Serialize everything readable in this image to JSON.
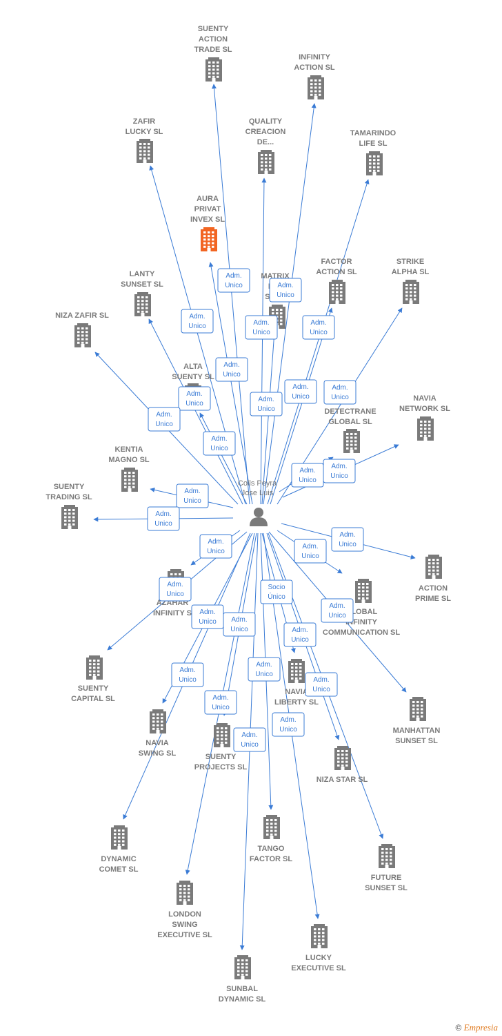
{
  "colors": {
    "edge": "#3a7bd5",
    "building": "#7a7a7a",
    "highlight": "#f26522",
    "label": "#7a7a7a"
  },
  "center": {
    "label": [
      "Colls Peyra",
      "Jose Luis"
    ],
    "icon": "person-icon"
  },
  "nodes": [
    {
      "id": "suenty-action-trade",
      "label": [
        "SUENTY",
        "ACTION",
        "TRADE SL"
      ],
      "icon": "building-icon"
    },
    {
      "id": "infinity-action",
      "label": [
        "INFINITY",
        "ACTION SL"
      ],
      "icon": "building-icon"
    },
    {
      "id": "zafir-lucky",
      "label": [
        "ZAFIR",
        "LUCKY SL"
      ],
      "icon": "building-icon"
    },
    {
      "id": "quality-creacion",
      "label": [
        "QUALITY",
        "CREACION",
        "DE..."
      ],
      "icon": "building-icon"
    },
    {
      "id": "tamarindo-life",
      "label": [
        "TAMARINDO",
        "LIFE SL"
      ],
      "icon": "building-icon"
    },
    {
      "id": "aura-privat-invex",
      "label": [
        "AURA",
        "PRIVAT",
        "INVEX  SL"
      ],
      "icon": "building-icon",
      "highlight": true
    },
    {
      "id": "lanty-sunset",
      "label": [
        "LANTY",
        "SUNSET SL"
      ],
      "icon": "building-icon"
    },
    {
      "id": "matrix-inmo",
      "label": [
        "MATRIX",
        "INM",
        "SERV"
      ],
      "icon": "building-icon"
    },
    {
      "id": "factor-action",
      "label": [
        "FACTOR",
        "ACTION SL"
      ],
      "icon": "building-icon"
    },
    {
      "id": "strike-alpha",
      "label": [
        "STRIKE",
        "ALPHA SL"
      ],
      "icon": "building-icon"
    },
    {
      "id": "niza-zafir",
      "label": [
        "NIZA ZAFIR SL"
      ],
      "icon": "building-icon"
    },
    {
      "id": "alta-suenty",
      "label": [
        "ALTA",
        "SUENTY SL"
      ],
      "icon": "building-icon"
    },
    {
      "id": "navia-network",
      "label": [
        "NAVIA",
        "NETWORK SL"
      ],
      "icon": "building-icon"
    },
    {
      "id": "detectrane-global",
      "label": [
        "DETECTRANE",
        "GLOBAL  SL"
      ],
      "icon": "building-icon"
    },
    {
      "id": "kentia-magno",
      "label": [
        "KENTIA",
        "MAGNO SL"
      ],
      "icon": "building-icon"
    },
    {
      "id": "suenty-trading",
      "label": [
        "SUENTY",
        "TRADING SL"
      ],
      "icon": "building-icon"
    },
    {
      "id": "action-prime",
      "label": [
        "ACTION",
        "PRIME SL"
      ],
      "icon": "building-icon"
    },
    {
      "id": "azahar-infinity",
      "label": [
        "AZAHAR",
        "INFINITY S"
      ],
      "icon": "building-icon"
    },
    {
      "id": "global-infinity-comm",
      "label": [
        "GLOBAL",
        "INFINITY",
        "COMMUNICATION SL"
      ],
      "icon": "building-icon"
    },
    {
      "id": "suenty-capital",
      "label": [
        "SUENTY",
        "CAPITAL SL"
      ],
      "icon": "building-icon"
    },
    {
      "id": "navia-liberty",
      "label": [
        "NAVIA",
        "LIBERTY SL"
      ],
      "icon": "building-icon"
    },
    {
      "id": "manhattan-sunset",
      "label": [
        "MANHATTAN",
        "SUNSET SL"
      ],
      "icon": "building-icon"
    },
    {
      "id": "navia-swing",
      "label": [
        "NAVIA",
        "SWING SL"
      ],
      "icon": "building-icon"
    },
    {
      "id": "suenty-projects",
      "label": [
        "SUENTY",
        "PROJECTS SL"
      ],
      "icon": "building-icon"
    },
    {
      "id": "niza-star",
      "label": [
        "NIZA STAR SL"
      ],
      "icon": "building-icon"
    },
    {
      "id": "dynamic-comet",
      "label": [
        "DYNAMIC",
        "COMET SL"
      ],
      "icon": "building-icon"
    },
    {
      "id": "tango-factor",
      "label": [
        "TANGO",
        "FACTOR SL"
      ],
      "icon": "building-icon"
    },
    {
      "id": "future-sunset",
      "label": [
        "FUTURE",
        "SUNSET SL"
      ],
      "icon": "building-icon"
    },
    {
      "id": "london-swing-executive",
      "label": [
        "LONDON",
        "SWING",
        "EXECUTIVE SL"
      ],
      "icon": "building-icon"
    },
    {
      "id": "lucky-executive",
      "label": [
        "LUCKY",
        "EXECUTIVE SL"
      ],
      "icon": "building-icon"
    },
    {
      "id": "sunbal-dynamic",
      "label": [
        "SUNBAL",
        "DYNAMIC SL"
      ],
      "icon": "building-icon"
    }
  ],
  "edges": [
    {
      "to": "suenty-action-trade",
      "badge": [
        "Adm.",
        "Unico"
      ]
    },
    {
      "to": "infinity-action",
      "badge": [
        "Adm.",
        "Unico"
      ]
    },
    {
      "to": "zafir-lucky",
      "badge": [
        "Adm.",
        "Unico"
      ]
    },
    {
      "to": "quality-creacion",
      "badge": [
        "Adm.",
        "Unico"
      ]
    },
    {
      "to": "tamarindo-life",
      "badge": [
        "Adm.",
        "Unico"
      ]
    },
    {
      "to": "aura-privat-invex",
      "badge": [
        "Adm.",
        "Unico"
      ]
    },
    {
      "to": "lanty-sunset",
      "badge": [
        "Adm.",
        "Unico"
      ]
    },
    {
      "to": "matrix-inmo",
      "badge": [
        "Adm.",
        "Unico"
      ]
    },
    {
      "to": "factor-action",
      "badge": [
        "Adm.",
        "Unico"
      ]
    },
    {
      "to": "strike-alpha",
      "badge": [
        "Adm.",
        "Unico"
      ]
    },
    {
      "to": "niza-zafir",
      "badge": [
        "Adm.",
        "Unico"
      ]
    },
    {
      "to": "alta-suenty",
      "badge": [
        "Adm.",
        "Unico"
      ]
    },
    {
      "to": "navia-network",
      "badge": [
        "Adm.",
        "Unico"
      ]
    },
    {
      "to": "detectrane-global",
      "badge": [
        "Adm.",
        "Unico"
      ]
    },
    {
      "to": "kentia-magno",
      "badge": [
        "Adm.",
        "Unico"
      ]
    },
    {
      "to": "suenty-trading",
      "badge": [
        "Adm.",
        "Unico"
      ]
    },
    {
      "to": "action-prime",
      "badge": [
        "Adm.",
        "Unico"
      ]
    },
    {
      "to": "azahar-infinity",
      "badge": [
        "Adm.",
        "Unico"
      ]
    },
    {
      "to": "global-infinity-comm",
      "badge": [
        "Adm.",
        "Unico"
      ]
    },
    {
      "to": "suenty-capital",
      "badge": [
        "Adm.",
        "Unico"
      ]
    },
    {
      "to": "navia-liberty",
      "badge": [
        "Socio",
        "Único"
      ]
    },
    {
      "to": "manhattan-sunset",
      "badge": [
        "Adm.",
        "Unico"
      ]
    },
    {
      "to": "navia-swing",
      "badge": [
        "Adm.",
        "Unico"
      ]
    },
    {
      "to": "suenty-projects",
      "badge": [
        "Adm.",
        "Unico"
      ]
    },
    {
      "to": "niza-star",
      "badge": [
        "Adm.",
        "Unico"
      ]
    },
    {
      "to": "dynamic-comet",
      "badge": [
        "Adm.",
        "Unico"
      ]
    },
    {
      "to": "tango-factor",
      "badge": [
        "Adm.",
        "Unico"
      ]
    },
    {
      "to": "future-sunset",
      "badge": [
        "Adm.",
        "Unico"
      ]
    },
    {
      "to": "london-swing-executive",
      "badge": [
        "Adm.",
        "Unico"
      ]
    },
    {
      "to": "lucky-executive",
      "badge": [
        "Adm.",
        "Unico"
      ]
    },
    {
      "to": "sunbal-dynamic",
      "badge": [
        "Adm.",
        "Unico"
      ]
    }
  ],
  "footer": {
    "copyright": "©",
    "brand": "Empresia"
  }
}
